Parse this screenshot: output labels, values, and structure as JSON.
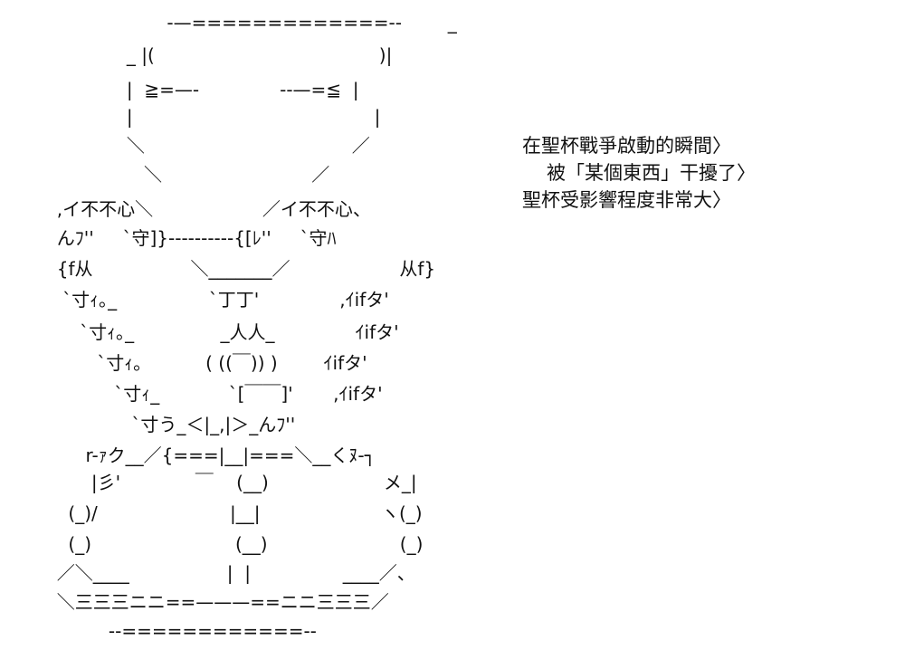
{
  "art_lines": [
    "                  -—=============--        _",
    "           _ |(                                       )|",
    "           |  ≧=—-              --—=≦  |",
    "           |                                          |",
    "           ＼                                    ／",
    "              ＼                          ／",
    "  ,イ不不心＼                   ／イ不不心、",
    "  んﾌ''     `守]}----------{[ﾚ''     `守ﾊ",
    "  {f从                 ＼_______／                   从f}",
    "   `寸ｨ｡_                `丁丁'              ,ｲifタ'",
    "      `寸ｨ｡_               _人人_              ｲifタ'",
    "         `寸ｨ｡           ( ((￣)) )        ｲifタ'",
    "            `寸ｨ_            `[￣￣]'       ,ｲifタ'",
    "               `寸う_＜|_,|＞_んﾌ''",
    "       r-ｧク__／{===|__|===＼__くﾇ-┐",
    "        |彡'             ￣    (__)                    メ_|",
    "    (_)/                       |__|                     ヽ(_)",
    "    (_)                         (__)                       (_)",
    "  ／＼____                 |  |                ____／、",
    "  ＼三三三ニニ==———==ニニ三三三／",
    "           --============--"
  ],
  "caption": {
    "line1": "在聖杯戰爭啟動的瞬間〉",
    "line2": "被「某個東西」干擾了〉",
    "line3": "聖杯受影響程度非常大〉"
  }
}
